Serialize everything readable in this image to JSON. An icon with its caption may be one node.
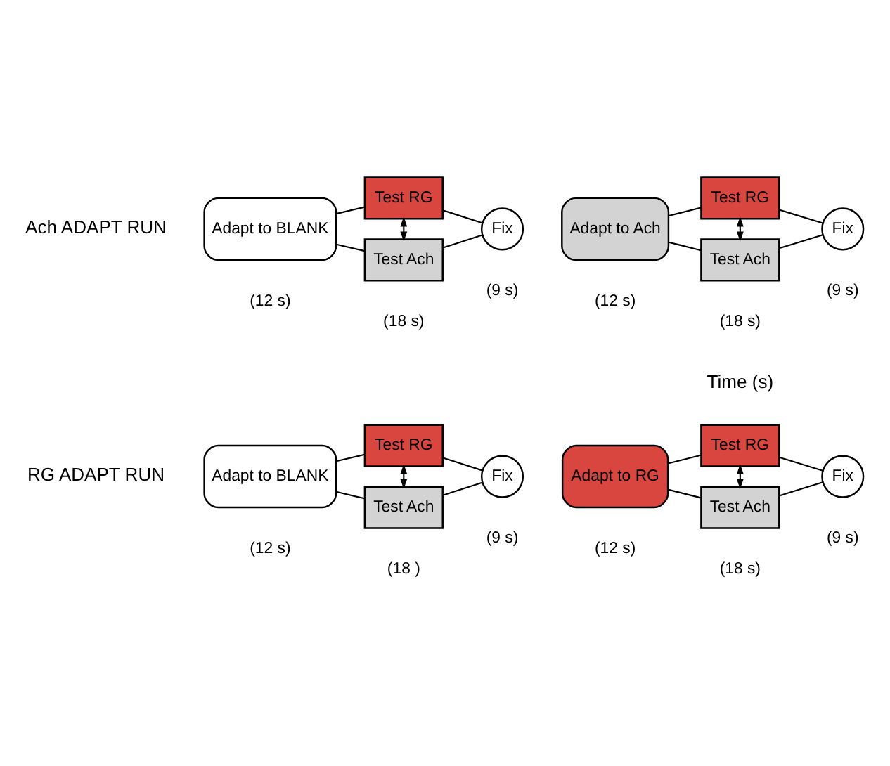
{
  "diagram": {
    "nodes": [
      {
        "text": [
          "Adapt to BLANK"
        ],
        "beside": [
          "(12 s)"
        ]
      },
      {
        "text": [
          "Test RG"
        ]
      },
      {
        "text": [
          "Test Ach"
        ],
        "beside": [
          "(18 )"
        ]
      },
      {
        "text": [
          "Fix"
        ],
        "beside": [
          "(9 s)"
        ]
      },
      {
        "text": [
          "Adapt to RG"
        ],
        "beside": [
          "(12 s)"
        ]
      },
      {
        "text": [
          "Test RG"
        ]
      },
      {
        "text": [
          "Test Ach"
        ],
        "beside": [
          "(18 s)"
        ]
      },
      {
        "text": [
          "Fix"
        ],
        "beside": [
          "(9 s)"
        ]
      },
      {
        "text": [
          "Adapt to BLANK"
        ],
        "beside": [
          "(12 s)"
        ]
      },
      {
        "text": [
          "Test RG"
        ]
      },
      {
        "text": [
          "Test Ach"
        ],
        "beside": [
          "(18 s)"
        ]
      },
      {
        "text": [
          "Fix"
        ],
        "beside": [
          "(9 s)"
        ]
      },
      {
        "text": [
          "Adapt to Ach"
        ],
        "beside": [
          "(12 s)"
        ]
      },
      {
        "text": [
          "Test RG"
        ]
      },
      {
        "text": [
          "Test Ach"
        ],
        "beside": [
          "(18 s)"
        ]
      },
      {
        "text": [
          "Fix"
        ],
        "beside": [
          "(9 s)"
        ]
      }
    ],
    "edges": [
      {
        "from": 0,
        "to": 1,
        "arrow": "none"
      },
      {
        "from": 0,
        "to": 2,
        "arrow": "none"
      },
      {
        "from": 1,
        "to": 2,
        "arrow": "both"
      },
      {
        "from": 1,
        "to": 3,
        "arrow": "none"
      },
      {
        "from": 2,
        "to": 3,
        "arrow": "none"
      },
      {
        "from": 4,
        "to": 5,
        "arrow": "none"
      },
      {
        "from": 4,
        "to": 6,
        "arrow": "none"
      },
      {
        "from": 5,
        "to": 6,
        "arrow": "both"
      },
      {
        "from": 5,
        "to": 7,
        "arrow": "none"
      },
      {
        "from": 6,
        "to": 7,
        "arrow": "none"
      },
      {
        "from": 8,
        "to": 9,
        "arrow": "none"
      },
      {
        "from": 8,
        "to": 10,
        "arrow": "none"
      },
      {
        "from": 9,
        "to": 10,
        "arrow": "both"
      },
      {
        "from": 9,
        "to": 11,
        "arrow": "none"
      },
      {
        "from": 10,
        "to": 11,
        "arrow": "none"
      },
      {
        "from": 12,
        "to": 13,
        "arrow": "none"
      },
      {
        "from": 12,
        "to": 14,
        "arrow": "none"
      },
      {
        "from": 13,
        "to": 14,
        "arrow": "both"
      },
      {
        "from": 13,
        "to": 15,
        "arrow": "none"
      },
      {
        "from": 14,
        "to": 15,
        "arrow": "none"
      }
    ],
    "labels": [
      "RG ADAPT RUN",
      "Ach ADAPT RUN",
      "Time (s)"
    ]
  }
}
